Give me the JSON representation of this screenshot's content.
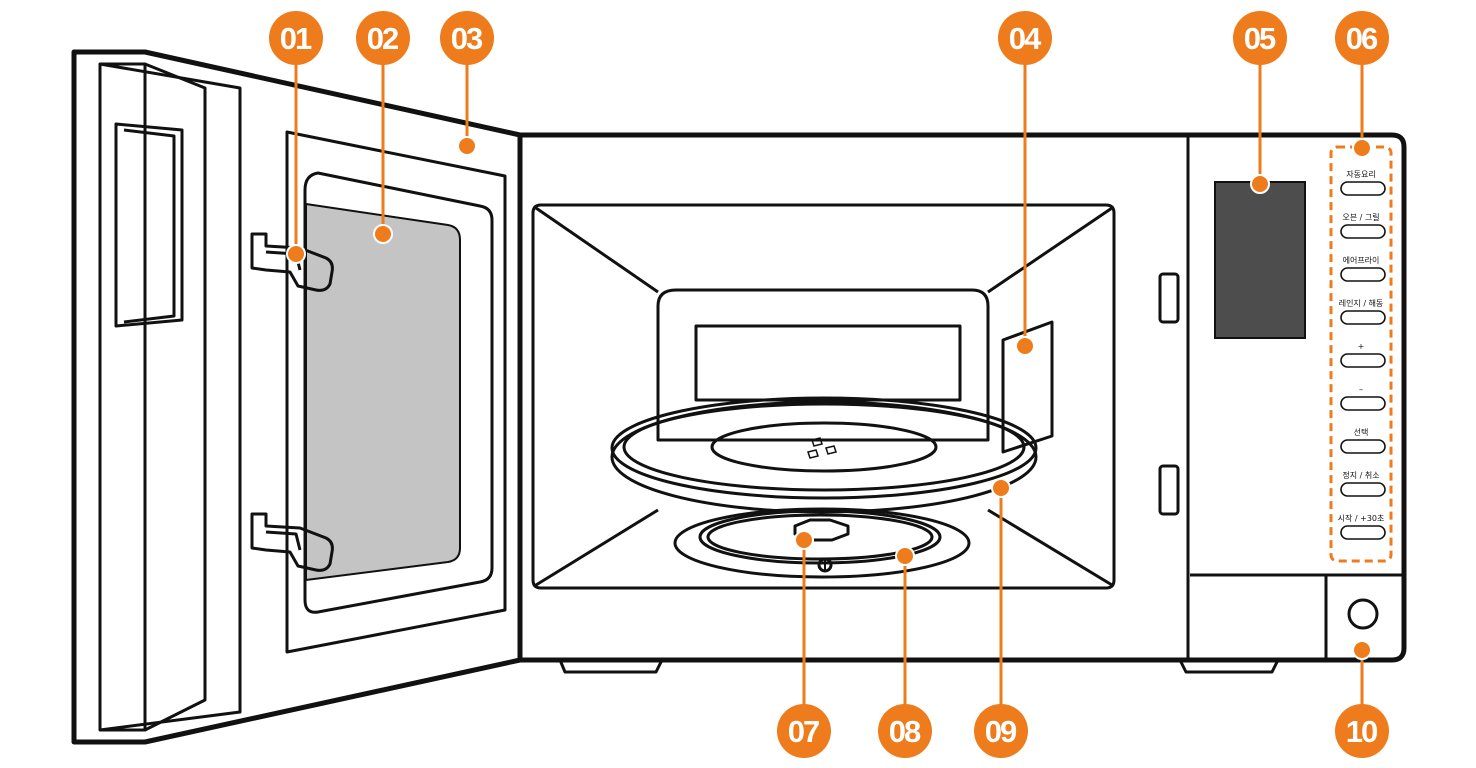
{
  "colors": {
    "accent": "#ee7b1c",
    "outline": "#111111",
    "window": "#c4c4c4",
    "display": "#4d4d4d"
  },
  "callouts": [
    {
      "number": "01",
      "part": "door-latch"
    },
    {
      "number": "02",
      "part": "door-window"
    },
    {
      "number": "03",
      "part": "door"
    },
    {
      "number": "04",
      "part": "waveguide-cover"
    },
    {
      "number": "05",
      "part": "display"
    },
    {
      "number": "06",
      "part": "control-panel"
    },
    {
      "number": "07",
      "part": "turntable-coupler"
    },
    {
      "number": "08",
      "part": "roller-ring"
    },
    {
      "number": "09",
      "part": "glass-tray"
    },
    {
      "number": "10",
      "part": "door-open-button"
    }
  ],
  "control_panel": {
    "buttons": [
      "자동요리",
      "오븐 / 그릴",
      "에어프라이",
      "레인지 / 해동",
      "+",
      "–",
      "선택",
      "정지 / 취소",
      "시작 / +30초"
    ]
  }
}
